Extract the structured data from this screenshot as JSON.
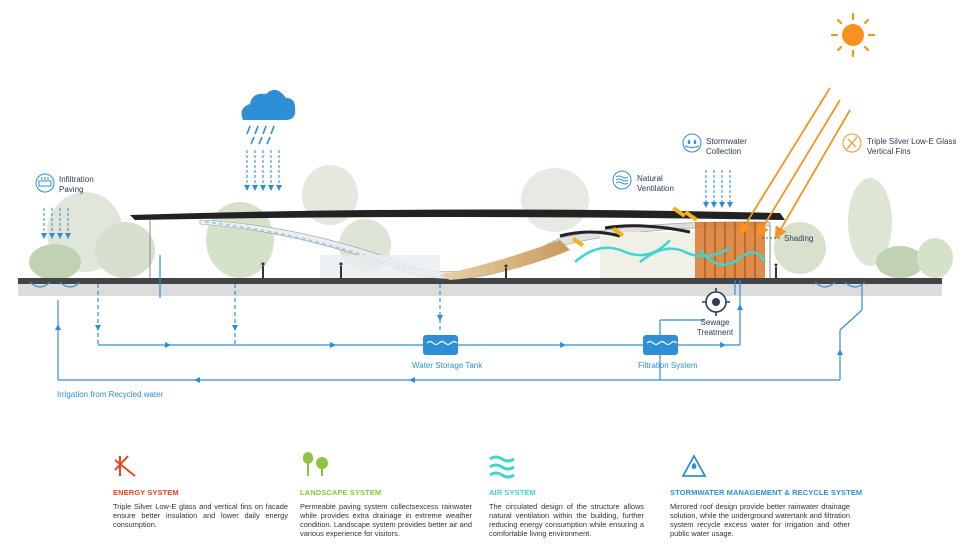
{
  "labels": {
    "infiltration": "Infiltration\nPaving",
    "stormwater_collection": "Stormwater\nCollection",
    "natural_ventilation": "Natural\nVentilation",
    "triple_silver": "Triple Silver Low-E Glass\nVertical Fins",
    "shading": "Shading",
    "sewage": "Sewage\nTreatment",
    "water_storage": "Water Storage Tank",
    "filtration": "Filtration System",
    "irrigation": "Irrigation from Recycled water"
  },
  "systems": [
    {
      "icon": "vertical-fins-icon",
      "color": "#e8451e",
      "title": "ENERGY SYSTEM",
      "desc": "Triple Silver Low-E glass and vertical fins on facade ensure better insulation and lower daily energy consumption."
    },
    {
      "icon": "trees-icon",
      "color": "#8cc63f",
      "title": "LANDSCAPE SYSTEM",
      "desc": "Permeable paving system collectsexcess rainwater while provides extra drainage in extreme weather condition. Landscape system provides better air and various experience for visitors."
    },
    {
      "icon": "air-waves-icon",
      "color": "#3fd6d0",
      "title": "AIR SYSTEM",
      "desc": "The circulated design of the structure allows natural ventilation within the building, further reducing energy consumption while ensuring a comfortable living environment."
    },
    {
      "icon": "recycle-water-icon",
      "color": "#2e8fd6",
      "title": "STORMWATER MANAGEMENT & RECYCLE SYSTEM",
      "desc": "Mirrored roof design provide better rainwater drainage solution, while the underground watertank and filtration system recycle excess water for irrigation and other public water usage."
    }
  ],
  "colors": {
    "water": "#2e8fd6",
    "sun": "#f7931e",
    "air": "#3fd6d0",
    "landscape": "#8cc63f",
    "energy": "#e8451e"
  }
}
